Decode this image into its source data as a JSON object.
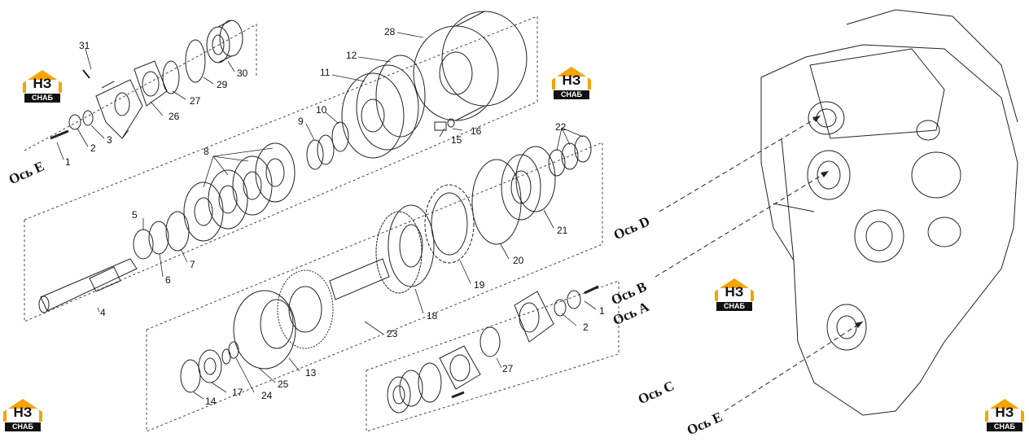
{
  "brand": {
    "mark": "НЗ",
    "subtitle": "СНАБ",
    "accent_color": "#f5a400"
  },
  "part_labels": {
    "p1_top": "1",
    "p2_top": "2",
    "p3": "3",
    "p4": "4",
    "p5": "5",
    "p6": "6",
    "p7": "7",
    "p8": "8",
    "p9": "9",
    "p10": "10",
    "p11": "11",
    "p12": "12",
    "p13": "13",
    "p14": "14",
    "p15": "15",
    "p16": "16",
    "p17": "17",
    "p18": "18",
    "p19": "19",
    "p20": "20",
    "p21": "21",
    "p22": "22",
    "p23": "23",
    "p24": "24",
    "p25": "25",
    "p26": "26",
    "p27_top": "27",
    "p27_bot": "27",
    "p28": "28",
    "p29": "29",
    "p30": "30",
    "p31": "31",
    "p1_right": "1",
    "p2_right": "2"
  },
  "axes": {
    "left_e": "Ось E",
    "d": "Ось D",
    "b": "Ось B",
    "a": "Ось A",
    "c": "Ось C",
    "e": "Ось E"
  }
}
